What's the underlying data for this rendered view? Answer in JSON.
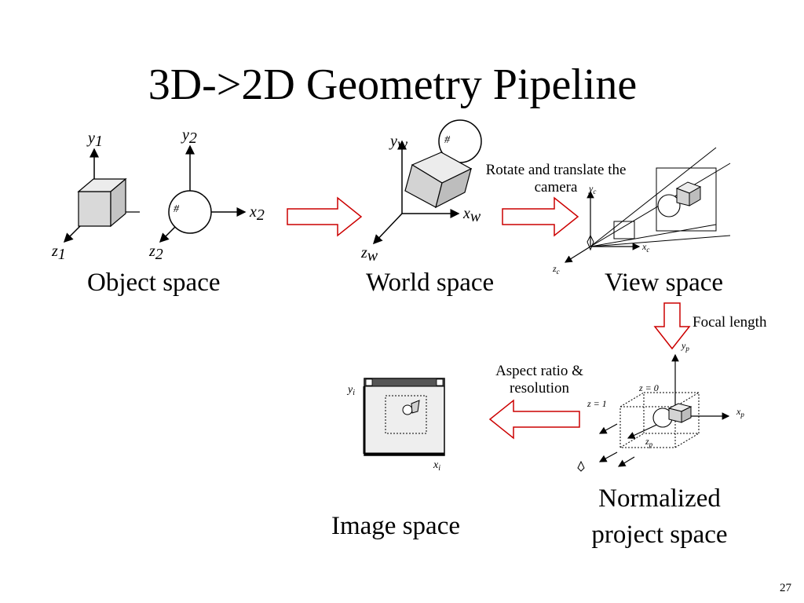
{
  "title": "3D->2D Geometry Pipeline",
  "stages": {
    "object": "Object space",
    "world": "World space",
    "view": "View space",
    "normalized": "Normalized\nproject space",
    "image": "Image space"
  },
  "arrow_labels": {
    "rotate": "Rotate and translate the camera",
    "focal": "Focal length",
    "aspect": "Aspect ratio & resolution"
  },
  "axes": {
    "object": {
      "y1": "y",
      "y1_sub": "1",
      "z1": "z",
      "z1_sub": "1",
      "y2": "y",
      "y2_sub": "2",
      "x2": "x",
      "x2_sub": "2",
      "z2": "z",
      "z2_sub": "2"
    },
    "world": {
      "y": "y",
      "y_sub": "w",
      "x": "x",
      "x_sub": "w",
      "z": "z",
      "z_sub": "w"
    },
    "view": {
      "y": "y",
      "y_sub": "c",
      "x": "x",
      "x_sub": "c",
      "z": "z",
      "z_sub": "c"
    },
    "normalized": {
      "y": "y",
      "y_sub": "p",
      "x": "x",
      "x_sub": "p",
      "z": "z",
      "z_sub": "p",
      "z0": "z = 0",
      "z1": "z = 1"
    },
    "image": {
      "y": "y",
      "y_sub": "i",
      "x": "x",
      "x_sub": "i"
    }
  },
  "colors": {
    "arrow_stroke": "#cc0000",
    "box_fill": "#d9d9d9",
    "window_fill": "#eeeeee"
  },
  "page_number": "27"
}
